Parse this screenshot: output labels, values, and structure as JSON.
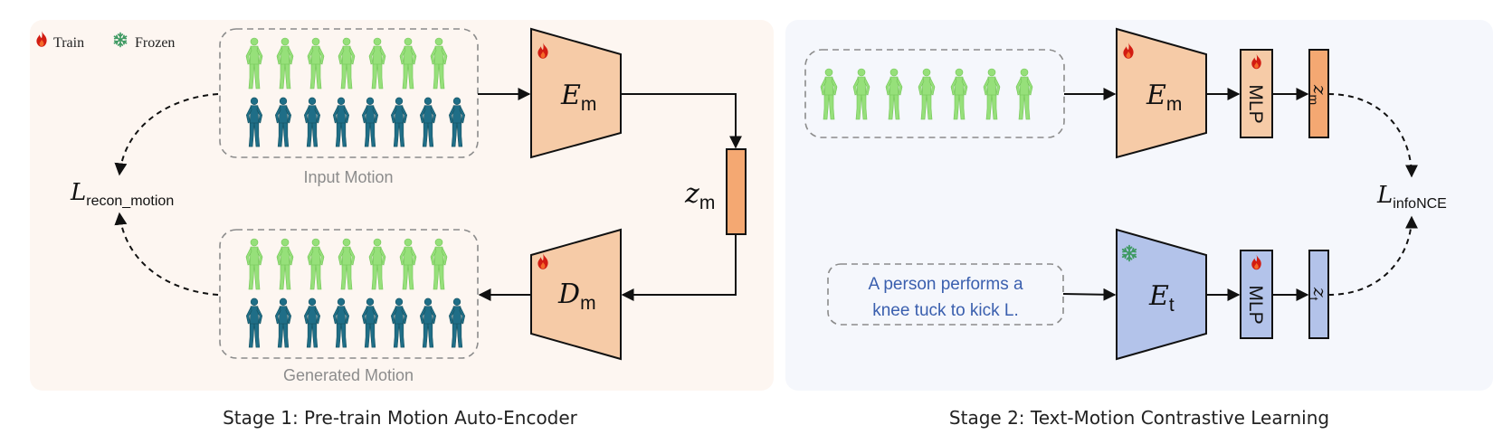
{
  "legend": {
    "train_label": "Train",
    "frozen_label": "Frozen"
  },
  "stage1": {
    "caption": "Stage 1: Pre-train Motion Auto-Encoder",
    "input_label": "Input Motion",
    "output_label": "Generated Motion",
    "encoder": {
      "base": "E",
      "sub": "m"
    },
    "decoder": {
      "base": "D",
      "sub": "m"
    },
    "latent": {
      "base": "z",
      "sub": "m"
    },
    "loss": {
      "base": "L",
      "sub": "recon_motion"
    }
  },
  "stage2": {
    "caption": "Stage 2: Text-Motion Contrastive Learning",
    "motion_encoder": {
      "base": "E",
      "sub": "m"
    },
    "text_encoder": {
      "base": "E",
      "sub": "t"
    },
    "mlp_label": "MLP",
    "motion_latent": {
      "base": "z",
      "sub": "m"
    },
    "text_latent": {
      "base": "z",
      "sub": "t"
    },
    "text_prompt_line1": "A person performs a",
    "text_prompt_line2": "knee tuck to kick L.",
    "loss": {
      "base": "L",
      "sub": "infoNCE"
    }
  },
  "colors": {
    "panel1_bg": "#fdf6f1",
    "panel2_bg": "#f5f7fc",
    "encoder_orange": "#f6cba7",
    "latent_orange": "#f4a872",
    "encoder_blue": "#b3c3ea",
    "flame_red": "#d21c12",
    "snow_green": "#3f9a63",
    "motion_green": "#96e07a",
    "motion_teal": "#1f6e87"
  }
}
